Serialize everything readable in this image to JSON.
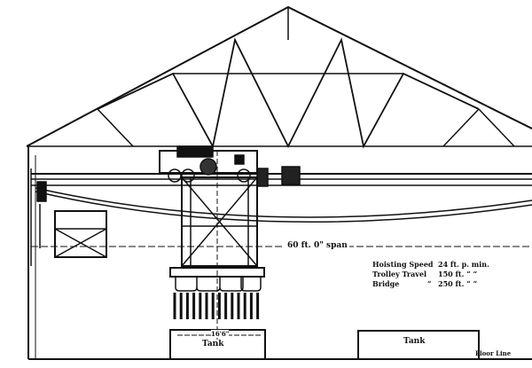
{
  "drawing": {
    "span_label": "60 ft. 0\" span",
    "tank_width_label": "16'6\"",
    "tanks": [
      "Tank",
      "Tank"
    ],
    "floor_label": "Floor Line",
    "specs": [
      {
        "name": "Hoisting Speed",
        "qual": "",
        "value": "24 ft. p. min."
      },
      {
        "name": "Trolley Travel",
        "qual": "",
        "value": "150 ft. “  “"
      },
      {
        "name": "Bridge",
        "qual": "“",
        "value": "250 ft. “  “"
      }
    ]
  }
}
